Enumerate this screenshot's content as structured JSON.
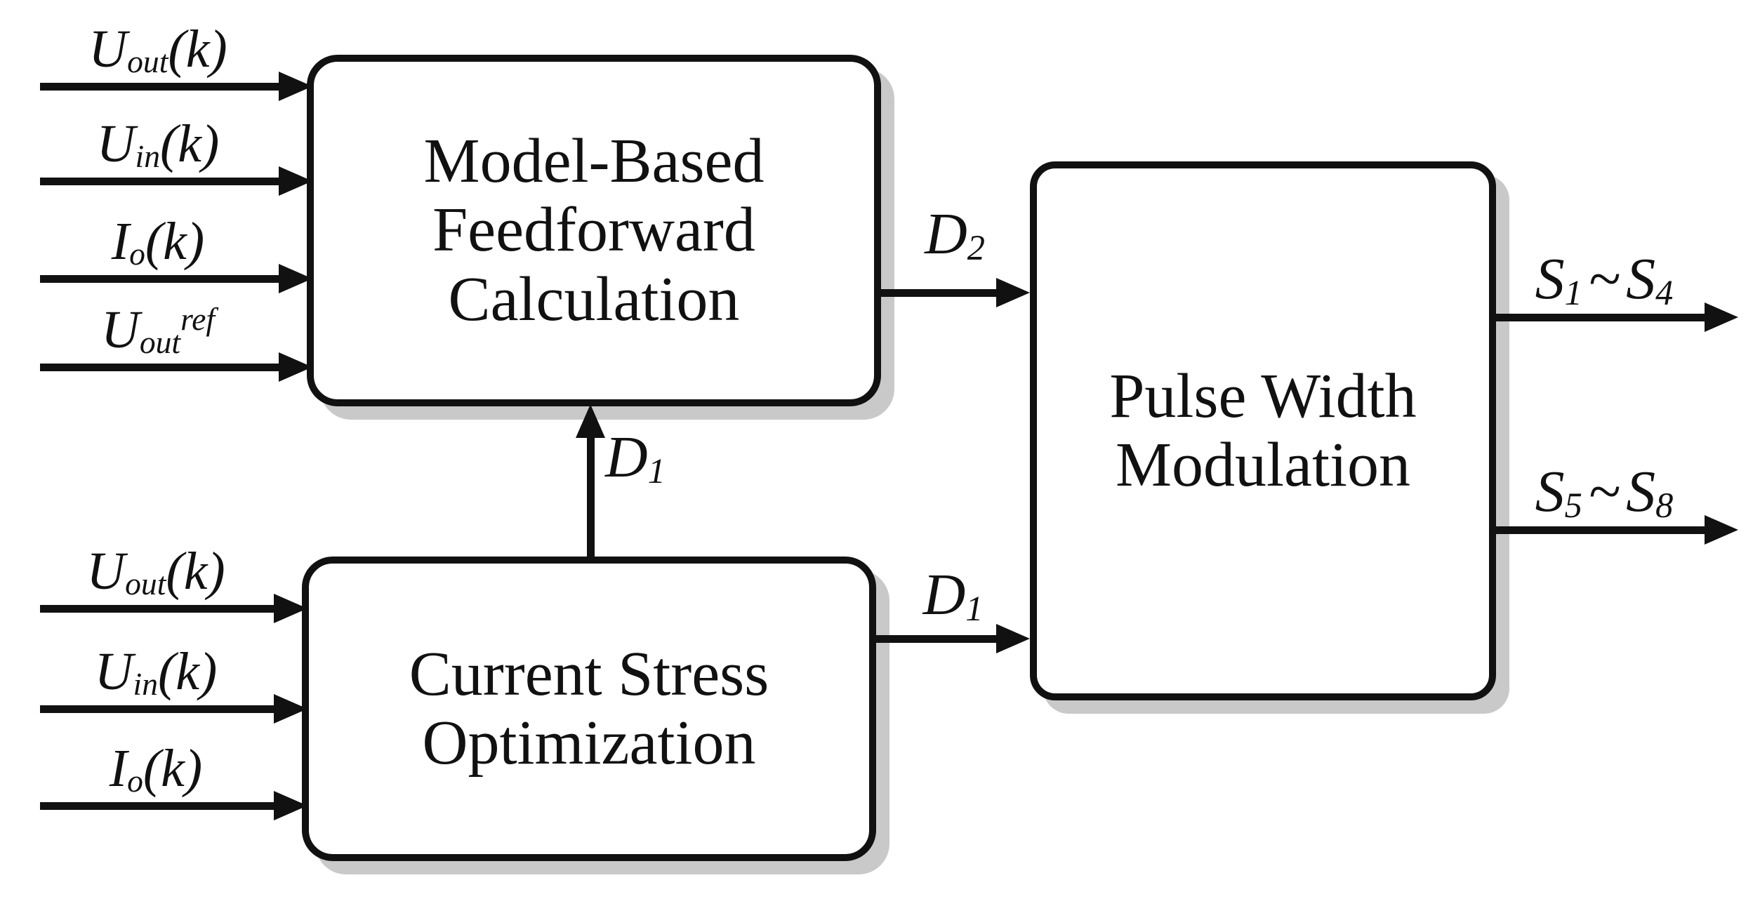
{
  "diagram": {
    "title": "Control block diagram",
    "background_color": "#ffffff",
    "stroke_color": "#111111",
    "box_fill_color": "#ffffff",
    "shadow_color": "#c9c9c9"
  },
  "boxes": {
    "feedforward": {
      "lines": [
        "Model-Based",
        "Feedforward",
        "Calculation"
      ]
    },
    "current_stress": {
      "lines": [
        "Current Stress",
        "Optimization"
      ]
    },
    "pwm": {
      "lines": [
        "Pulse Width",
        "Modulation"
      ]
    }
  },
  "inputs": {
    "feedforward": [
      {
        "base": "U",
        "sub": "out",
        "suffix": "(k)"
      },
      {
        "base": "U",
        "sub": "in",
        "suffix": "(k)"
      },
      {
        "base": "I",
        "sub": "o",
        "suffix": "(k)"
      },
      {
        "base": "U",
        "sub": "out",
        "sup": "ref"
      }
    ],
    "current_stress": [
      {
        "base": "U",
        "sub": "out",
        "suffix": "(k)"
      },
      {
        "base": "U",
        "sub": "in",
        "suffix": "(k)"
      },
      {
        "base": "I",
        "sub": "o",
        "suffix": "(k)"
      }
    ]
  },
  "signals": {
    "d2_to_pwm": {
      "base": "D",
      "sub": "2"
    },
    "d1_to_feedforward": {
      "base": "D",
      "sub": "1"
    },
    "d1_to_pwm": {
      "base": "D",
      "sub": "1"
    },
    "s_upper": {
      "base1": "S",
      "sub1": "1",
      "separator": "~",
      "base2": "S",
      "sub2": "4"
    },
    "s_lower": {
      "base1": "S",
      "sub1": "5",
      "separator": "~",
      "base2": "S",
      "sub2": "8"
    }
  }
}
